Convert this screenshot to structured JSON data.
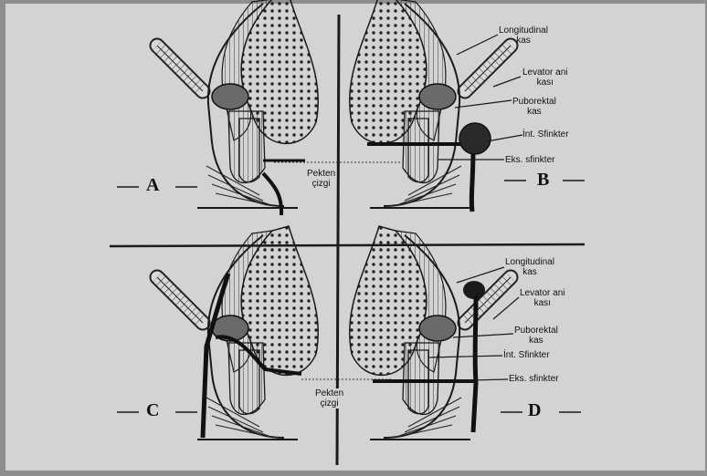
{
  "figure": {
    "panels": [
      "A",
      "B",
      "C",
      "D"
    ],
    "center_label": {
      "line1": "Pekten",
      "line2": "çizgi"
    },
    "top_right_labels": {
      "longitudinal": {
        "line1": "Longitudinal",
        "line2": "kas"
      },
      "levator": {
        "line1": "Levator ani",
        "line2": "kası"
      },
      "puborektal": {
        "line1": "Puborektal",
        "line2": "kas"
      },
      "int": "İnt. Sfinkter",
      "eks": "Eks. sfinkter"
    },
    "bottom_right_labels": {
      "longitudinal": {
        "line1": "Longitudinal",
        "line2": "kas"
      },
      "levator": {
        "line1": "Levator ani",
        "line2": "kası"
      },
      "puborektal": {
        "line1": "Puborektal",
        "line2": "kas"
      },
      "int": "İnt. Sfinkter",
      "eks": "Eks. sfinkter"
    },
    "colors": {
      "page": "#d2d2d2",
      "ink": "#1a1a1a",
      "muscle": "#777777"
    }
  }
}
